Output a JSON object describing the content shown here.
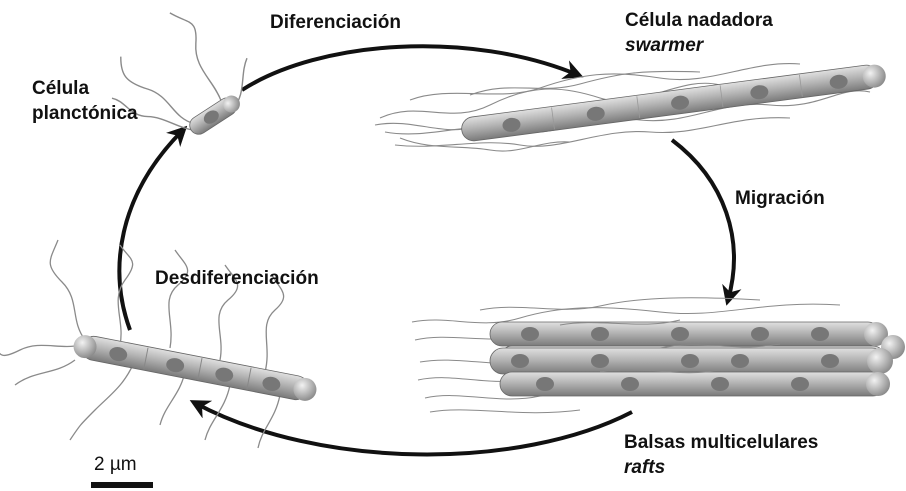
{
  "labels": {
    "differentiation": "Diferenciación",
    "swarmer_line1": "Célula nadadora",
    "swarmer_line2": "swarmer",
    "planktonic_line1": "Célula",
    "planktonic_line2": "planctónica",
    "migration": "Migración",
    "dedifferentiation": "Desdiferenciación",
    "rafts_line1": "Balsas multicelulares",
    "rafts_line2": "rafts"
  },
  "scale_bar": {
    "text": "2 µm"
  },
  "colors": {
    "cell_body": "#a8a8a8",
    "cell_dark": "#6e6e6e",
    "nucleus": "#7d7d7d",
    "flagella": "#8a8a8a",
    "arrow": "#111111"
  }
}
